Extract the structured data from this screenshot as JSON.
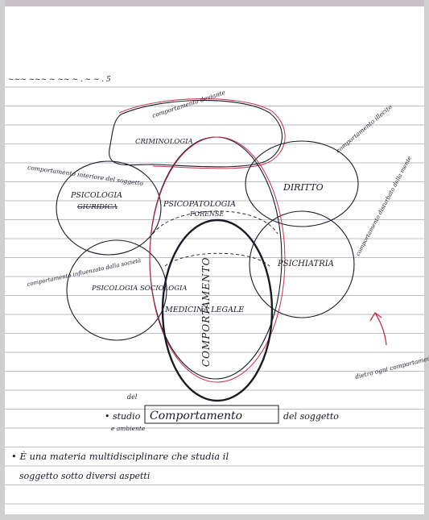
{
  "header_scribble": "~~~ ~~~ ~ ~~ ~ . ~ ~ . 5",
  "diagram": {
    "center_vertical": "COMPORTAMENTO",
    "regions": [
      {
        "id": "criminologia",
        "label": "CRIMINOLOGIA",
        "note": "comportamento deviante"
      },
      {
        "id": "psicologia",
        "label": "PSICOLOGIA",
        "sub": "GIURIDICA",
        "note": "comportamento interiore del soggetto"
      },
      {
        "id": "psicopatologia",
        "label": "PSICOPATOLOGIA",
        "sub": "FORENSE"
      },
      {
        "id": "diritto",
        "label": "DIRITTO",
        "note": "comportamento illecito"
      },
      {
        "id": "psichiatria",
        "label": "PSICHIATRIA",
        "note": "comportamento disturbato della mente"
      },
      {
        "id": "sociologia",
        "label": "PSICOLOGIA SOCIOLOGIA",
        "note": "comportamento influenzato dalla società"
      },
      {
        "id": "medicina",
        "label": "MEDICINA LEGALE"
      }
    ],
    "side_note": "dietro ogni comportamento c'è una motivazione"
  },
  "study_line": {
    "prefix": "• studio",
    "small_above": "del",
    "small_below": "e ambiente",
    "boxed": "Comportamento",
    "suffix": "del soggetto"
  },
  "bullet_sentence": {
    "line1": "• È una materia multidisciplinare che studia il",
    "line2": "soggetto sotto diversi aspetti"
  }
}
